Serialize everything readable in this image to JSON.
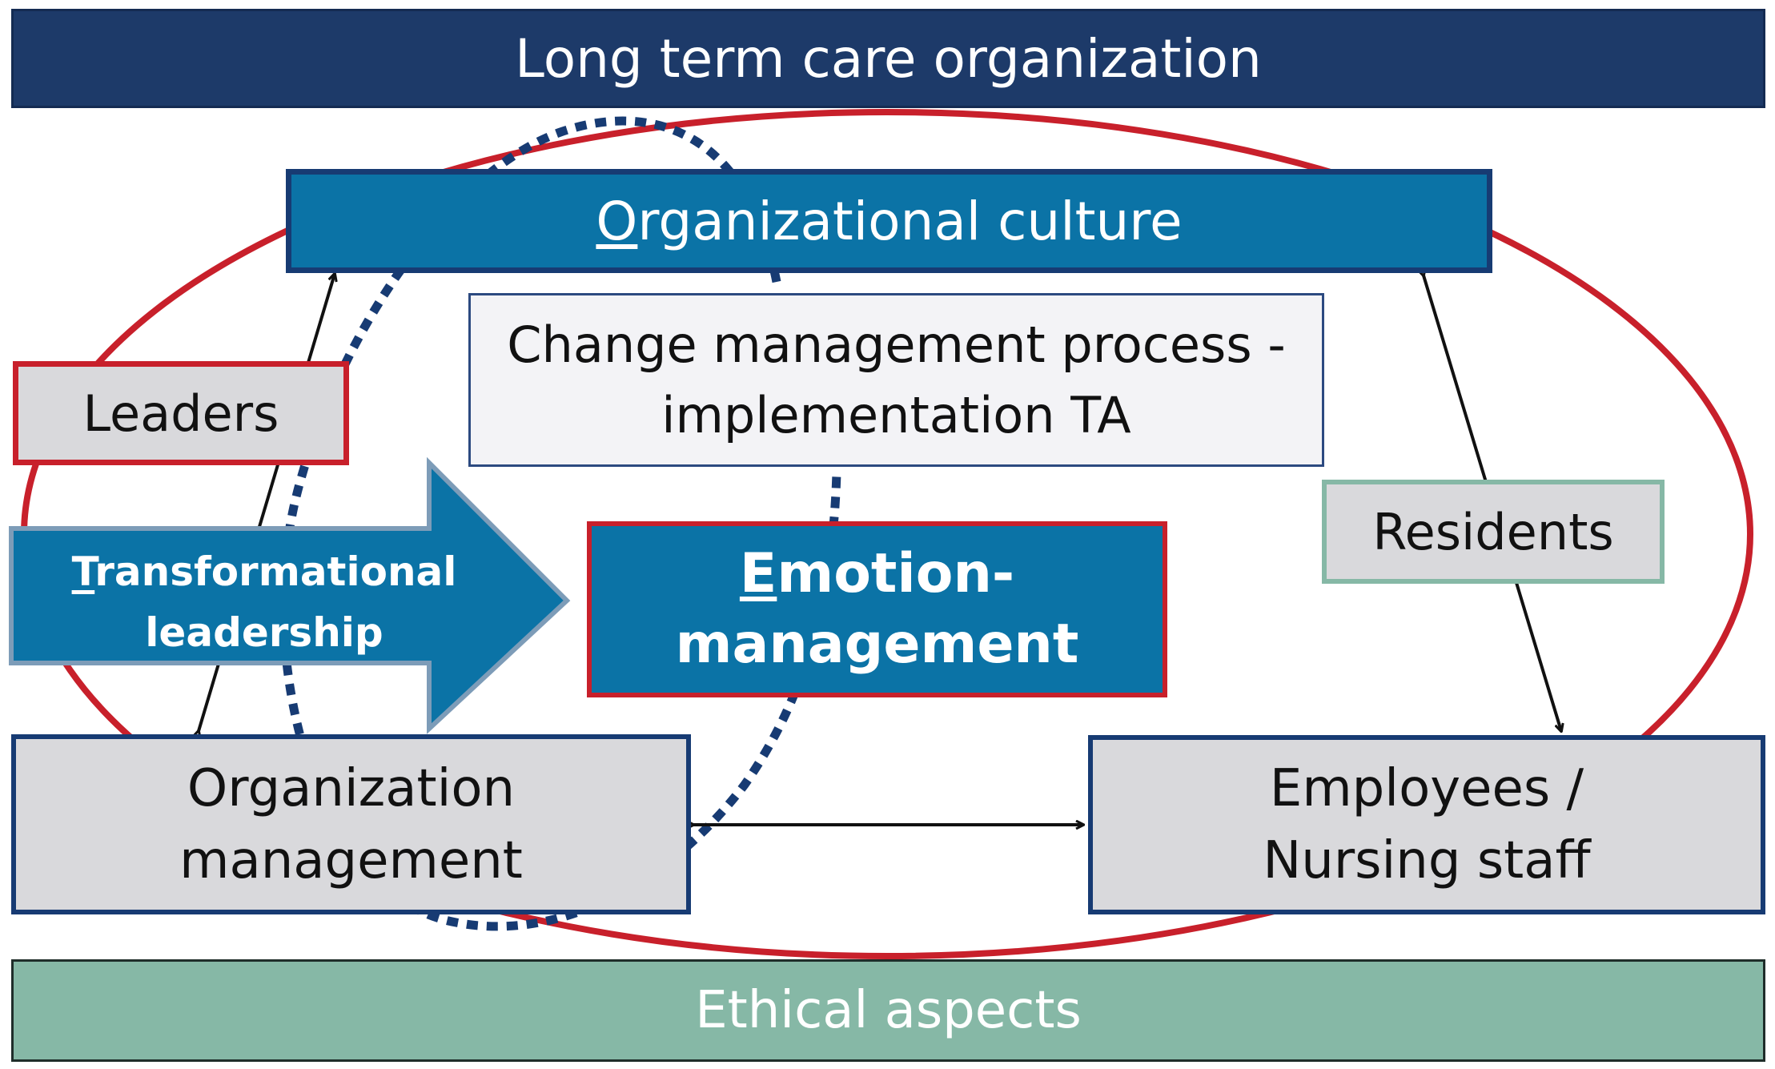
{
  "banner": {
    "title": "Long term care organization",
    "footer": "Ethical aspects"
  },
  "nodes": {
    "org_culture": {
      "first": "O",
      "rest": "rganizational culture"
    },
    "change_process": {
      "line1": "Change management process -",
      "line2": "implementation TA"
    },
    "emotion": {
      "first": "E",
      "line1_rest": "motion-",
      "line2": "management"
    },
    "leaders": "Leaders",
    "residents": "Residents",
    "org_management": {
      "line1": "Organization",
      "line2": "management"
    },
    "employees": {
      "line1": "Employees /",
      "line2": "Nursing staff"
    },
    "transformational": {
      "first": "T",
      "line1_rest": "ransformational",
      "line2": "leadership"
    }
  },
  "colors": {
    "dark_navy": "#1d3a69",
    "blue": "#0b73a6",
    "red": "#c8202b",
    "teal": "#86b8a6",
    "gray": "#d9d9dc"
  }
}
